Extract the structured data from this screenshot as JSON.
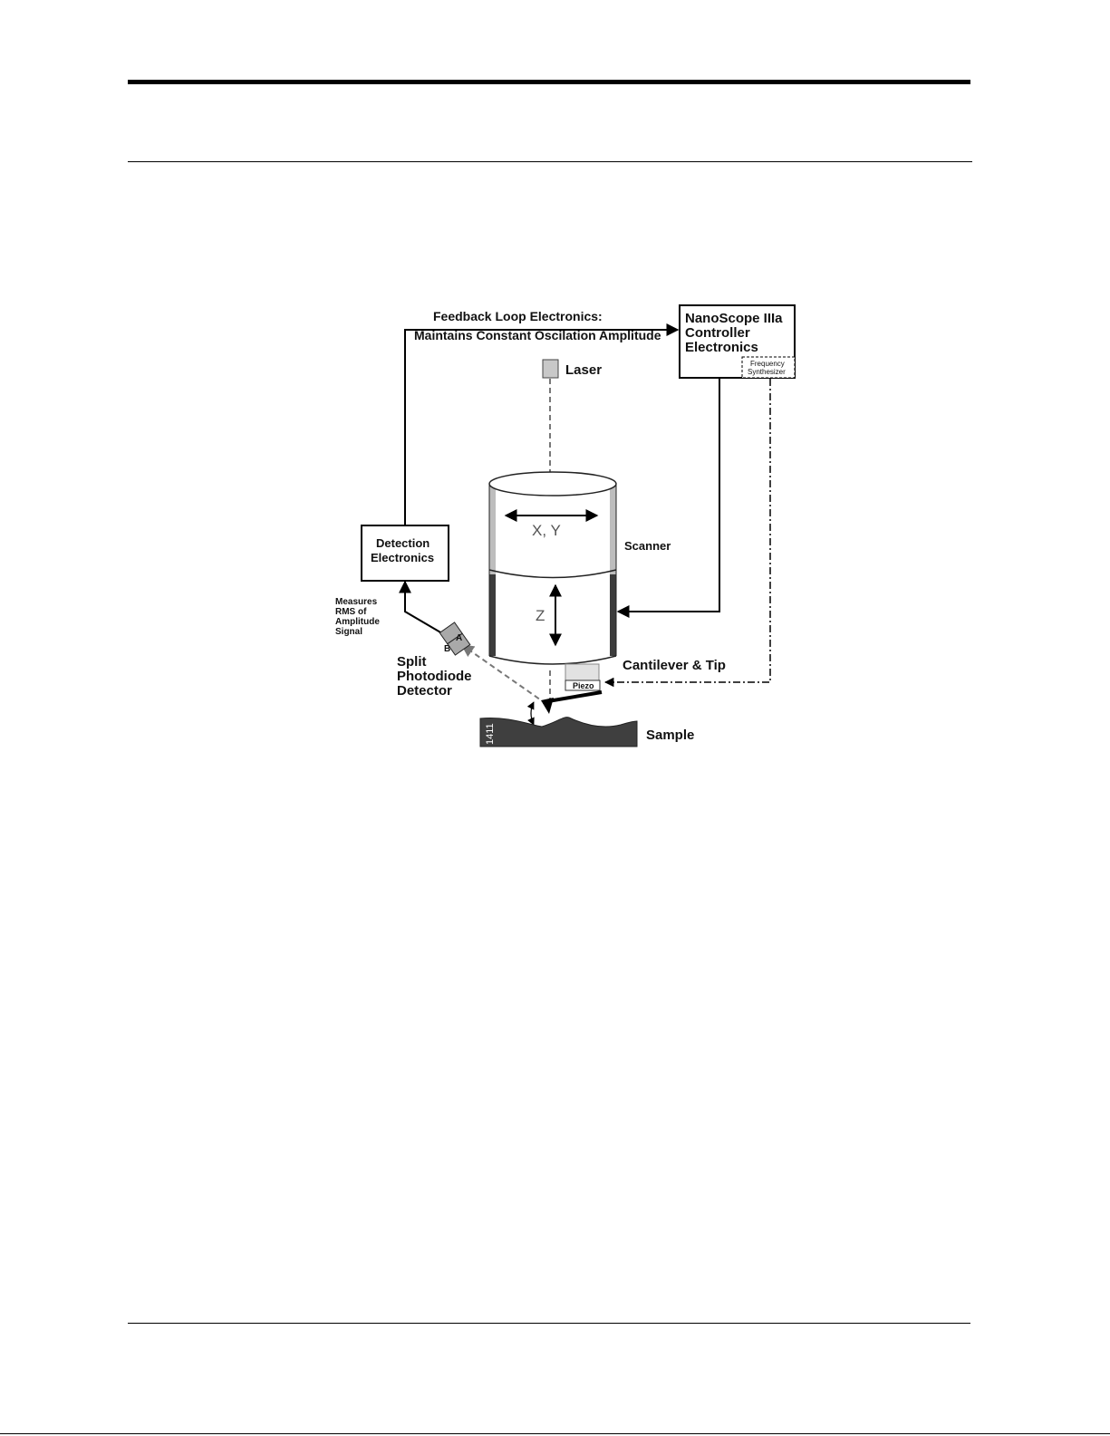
{
  "diagram": {
    "labels": {
      "feedback_line1": "Feedback Loop Electronics:",
      "feedback_line2": "Maintains Constant Oscilation Amplitude",
      "controller_line1": "NanoScope IIIa",
      "controller_line2": "Controller",
      "controller_line3": "Electronics",
      "freq_line1": "Frequency",
      "freq_line2": "Synthesizer",
      "laser": "Laser",
      "xy": "X, Y",
      "z": "Z",
      "scanner": "Scanner",
      "detection_line1": "Detection",
      "detection_line2": "Electronics",
      "measures_line1": "Measures",
      "measures_line2": "RMS of",
      "measures_line3": "Amplitude",
      "measures_line4": "Signal",
      "photodiode_a": "A",
      "photodiode_b": "B",
      "split_line1": "Split",
      "split_line2": "Photodiode",
      "split_line3": "Detector",
      "cantilever": "Cantilever & Tip",
      "piezo": "Piezo",
      "sample": "Sample",
      "figure_id": "1411"
    }
  }
}
